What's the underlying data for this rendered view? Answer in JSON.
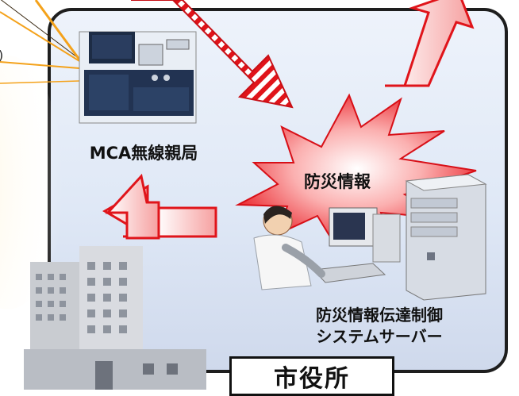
{
  "labels": {
    "mca_station": "MCA無線親局",
    "disaster_info": "防災情報",
    "server_line1": "防災情報伝達制御",
    "server_line2": "システムサーバー",
    "city_hall": "市役所",
    "partial_left": ")"
  },
  "colors": {
    "panel_border": "#1e1e1e",
    "panel_fill": "#dfe8f6",
    "arrow_red": "#e0141a",
    "burst_red": "#e8141c",
    "beam_orange": "#f4a21b"
  },
  "icons": [
    "radio-station-icon",
    "server-tower-icon",
    "operator-at-computer-icon",
    "office-building-icon"
  ]
}
